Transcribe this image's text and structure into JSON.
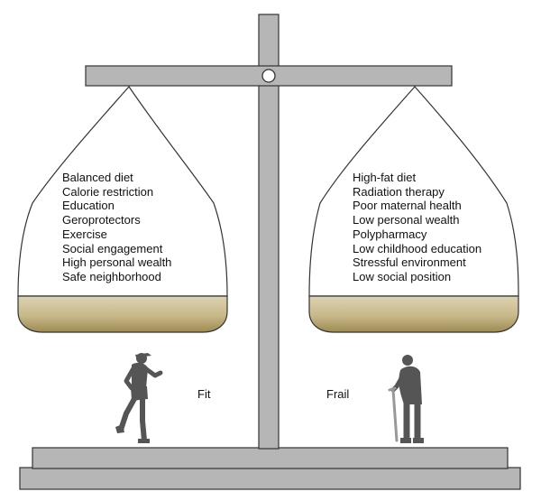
{
  "left_pan": {
    "items": [
      "Balanced diet",
      "Calorie restriction",
      "Education",
      "Geroprotectors",
      "Exercise",
      "Social engagement",
      "High personal wealth",
      "Safe neighborhood"
    ],
    "figure_label": "Fit"
  },
  "right_pan": {
    "items": [
      "High-fat diet",
      "Radiation therapy",
      "Poor maternal health",
      "Low personal wealth",
      "Polypharmacy",
      "Low childhood education",
      "Stressful environment",
      "Low social position"
    ],
    "figure_label": "Frail"
  },
  "colors": {
    "structure_fill": "#b6b6b6",
    "structure_stroke": "#333333",
    "pan_fill_light": "#d9ceac",
    "pan_fill_dark": "#a08d55",
    "figure": "#555555"
  },
  "icons": [
    "runner-icon",
    "elderly-person-with-cane-icon"
  ]
}
